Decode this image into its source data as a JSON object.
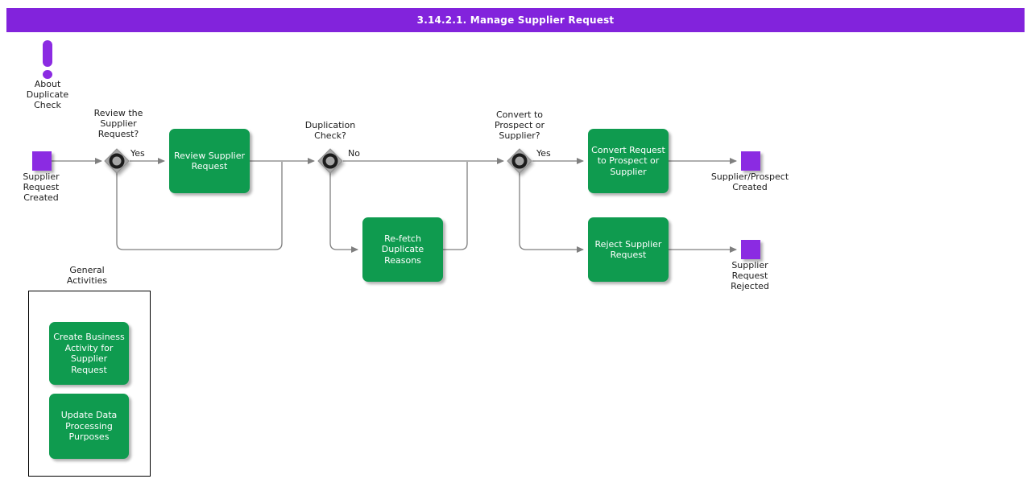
{
  "header": {
    "title": "3.14.2.1. Manage Supplier Request"
  },
  "colors": {
    "header_purple": "#8223DC",
    "event_purple": "#8B2BE2",
    "activity_green": "#0F9B4F",
    "connector_gray": "#7f7f7f",
    "decision_gray": "#a6a6a6"
  },
  "about_note": {
    "icon": "exclamation-icon",
    "label": "About\nDuplicate\nCheck"
  },
  "events": [
    {
      "id": "supplier-request-created",
      "label": "Supplier\nRequest\nCreated"
    },
    {
      "id": "supplier-prospect-created",
      "label": "Supplier/Prospect\nCreated"
    },
    {
      "id": "supplier-request-rejected",
      "label": "Supplier\nRequest\nRejected"
    }
  ],
  "decisions": [
    {
      "id": "review-the-supplier-request",
      "question": "Review the\nSupplier\nRequest?",
      "branch_label": "Yes"
    },
    {
      "id": "duplication-check",
      "question": "Duplication\nCheck?",
      "branch_label": "No"
    },
    {
      "id": "convert-to-prospect-or-supplier",
      "question": "Convert to\nProspect or\nSupplier?",
      "branch_label": "Yes"
    }
  ],
  "activities": [
    {
      "id": "review-supplier-request",
      "label": "Review Supplier\nRequest"
    },
    {
      "id": "re-fetch-duplicate-reasons",
      "label": "Re-fetch\nDuplicate\nReasons"
    },
    {
      "id": "convert-request-to-prospect-or-supplier",
      "label": "Convert Request\nto Prospect or\nSupplier"
    },
    {
      "id": "reject-supplier-request",
      "label": "Reject Supplier\nRequest"
    }
  ],
  "general_activities": {
    "title": "General\nActivities",
    "items": [
      {
        "id": "create-business-activity-for-supplier-request",
        "label": "Create Business\nActivity for\nSupplier\nRequest"
      },
      {
        "id": "update-data-processing-purposes",
        "label": "Update Data\nProcessing\nPurposes"
      }
    ]
  }
}
